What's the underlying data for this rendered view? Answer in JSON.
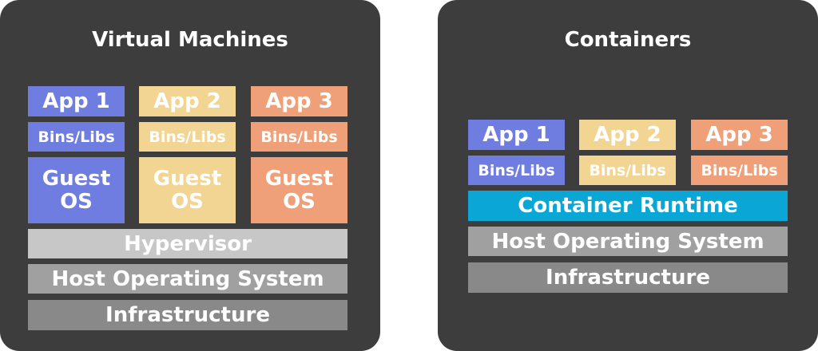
{
  "vm": {
    "title": "Virtual Machines",
    "apps": [
      "App 1",
      "App 2",
      "App 3"
    ],
    "bins": [
      "Bins/Libs",
      "Bins/Libs",
      "Bins/Libs"
    ],
    "guest_os": [
      {
        "line1": "Guest",
        "line2": "OS"
      },
      {
        "line1": "Guest",
        "line2": "OS"
      },
      {
        "line1": "Guest",
        "line2": "OS"
      }
    ],
    "hypervisor": "Hypervisor",
    "host_os": "Host Operating System",
    "infrastructure": "Infrastructure"
  },
  "containers": {
    "title": "Containers",
    "apps": [
      "App 1",
      "App 2",
      "App 3"
    ],
    "bins": [
      "Bins/Libs",
      "Bins/Libs",
      "Bins/Libs"
    ],
    "runtime": "Container Runtime",
    "host_os": "Host Operating System",
    "infrastructure": "Infrastructure"
  },
  "colors": {
    "panel": "#3d3d3d",
    "app1": "#6f7de0",
    "app2": "#f3d593",
    "app3": "#f0a078",
    "hypervisor": "#c7c7c7",
    "host_os": "#a0a0a0",
    "infrastructure": "#898989",
    "runtime": "#0aa7d6"
  }
}
